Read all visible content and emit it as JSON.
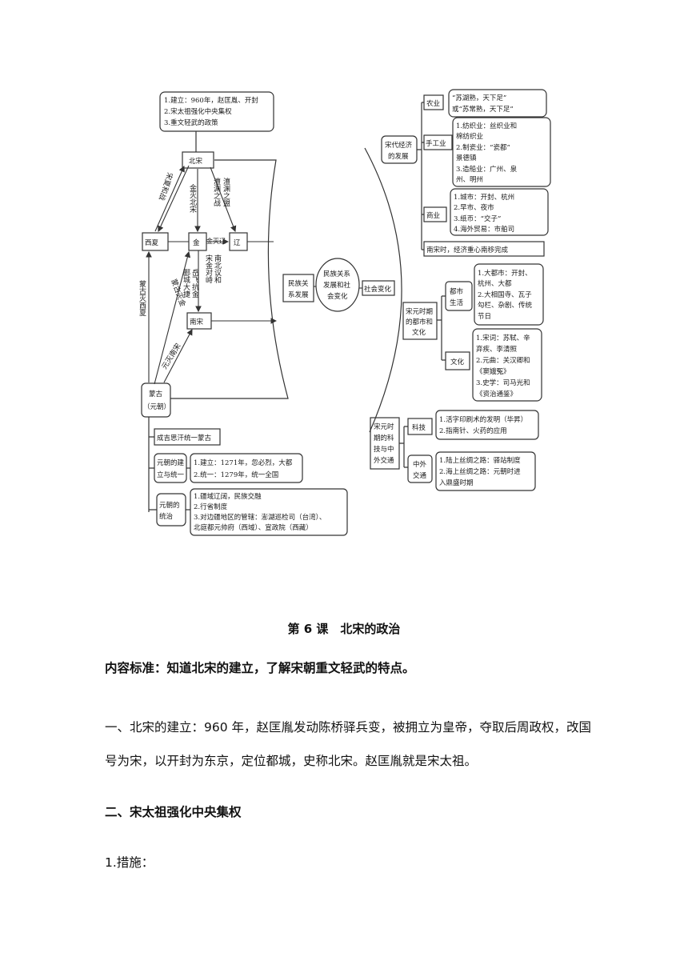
{
  "diagram": {
    "top_box": [
      "1.建立：960年，赵匡胤、开封",
      "2.宋太祖强化中央集权",
      "3.重文轻武的政策"
    ],
    "beisong": "北宋",
    "xixia": "西夏",
    "jin": "金",
    "liao": "辽",
    "nansong": "南宋",
    "menggu": [
      "蒙古",
      "（元朝）"
    ],
    "label_song_xia": "宋夏和战",
    "label_jin_mie_beisong": "金灭北宋",
    "label_chanyuan": [
      "澶渊之盟",
      "澶渊之战"
    ],
    "label_jin_mie_liao": "金灭辽",
    "label_yuefei": [
      "郾城大捷",
      "岳飞抗金"
    ],
    "label_song_jin": [
      "宋金对峙",
      "南北议和"
    ],
    "label_menggu_mie_xixia": "蒙古灭西夏",
    "label_menggu_mie_jin": "蒙古灭金",
    "label_yuan_mie_nansong": "元灭南宋",
    "minzu_fazhan": [
      "民族关",
      "系发展"
    ],
    "center": [
      "民族关系",
      "发展和社",
      "会变化"
    ],
    "shehui": "社会变化",
    "yuan_items": {
      "chengjisi": "成吉思汗统一蒙古",
      "jianli_label": [
        "元朝的建",
        "立与统一"
      ],
      "jianli_detail": [
        "1.建立：1271年，忽必烈，大都",
        "2.统一：1279年，统一全国"
      ],
      "tongzhi_label": [
        "元朝的",
        "统治"
      ],
      "tongzhi_detail": [
        "1.疆域辽阔，民族交融",
        "2.行省制度",
        "3.对边疆地区的管辖：澎湖巡检司（台湾）、",
        "北庭都元帅府（西域）、宣政院（西藏）"
      ]
    },
    "economy": {
      "label": [
        "宋代经济",
        "的发展"
      ],
      "nongye": "农业",
      "nongye_detail": [
        "“苏湖熟，天下足”",
        "或“苏常熟，天下足”"
      ],
      "shougongye": "手工业",
      "shougongye_detail": [
        "1.纺织业：丝织业和",
        "棉纺织业",
        "2.制瓷业：“瓷都”",
        "景德镇",
        "3.造船业：广州、泉",
        "州、明州"
      ],
      "shangye": "商业",
      "shangye_detail": [
        "1.城市：开封、杭州",
        "2.早市、夜市",
        "3.纸币：“交子”",
        "4.海外贸易：市舶司"
      ],
      "nanyi": "南宋时，经济重心南移完成"
    },
    "city": {
      "label": [
        "宋元时期",
        "的都市和",
        "文化"
      ],
      "dushi": [
        "都市",
        "生活"
      ],
      "dushi_detail": [
        "1.大都市：开封、",
        "杭州、大都",
        "2.大相国寺、瓦子",
        "勾栏、杂剧、传统",
        "节日"
      ],
      "wenhua": "文化",
      "wenhua_detail": [
        "1.宋词：苏轼、辛",
        "弃疾、李清照",
        "2.元曲：关汉卿和",
        "《窦娥冤》",
        "3.史学：司马光和",
        "《资治通鉴》"
      ]
    },
    "tech": {
      "label": [
        "宋元时",
        "期的科",
        "技与中",
        "外交通"
      ],
      "keji": "科技",
      "keji_detail": [
        "1.活字印刷术的发明（毕昇）",
        "2.指南针、火药的应用"
      ],
      "jiaotong": [
        "中外",
        "交通"
      ],
      "jiaotong_detail": [
        "1.陆上丝绸之路：驿站制度",
        "2.海上丝绸之路：元朝时进",
        "入鼎盛时期"
      ]
    }
  },
  "doc": {
    "lesson_title": "第 6 课　北宋的政治",
    "standard": "内容标准：知道北宋的建立，了解宋朝重文轻武的特点。",
    "section1": "一、北宋的建立：960 年，赵匡胤发动陈桥驿兵变，被拥立为皇帝，夺取后周政权，改国号为宋，以开封为东京，定位都城，史称北宋。赵匡胤就是宋太祖。",
    "section2": "二、宋太祖强化中央集权",
    "item1": "1.措施："
  }
}
